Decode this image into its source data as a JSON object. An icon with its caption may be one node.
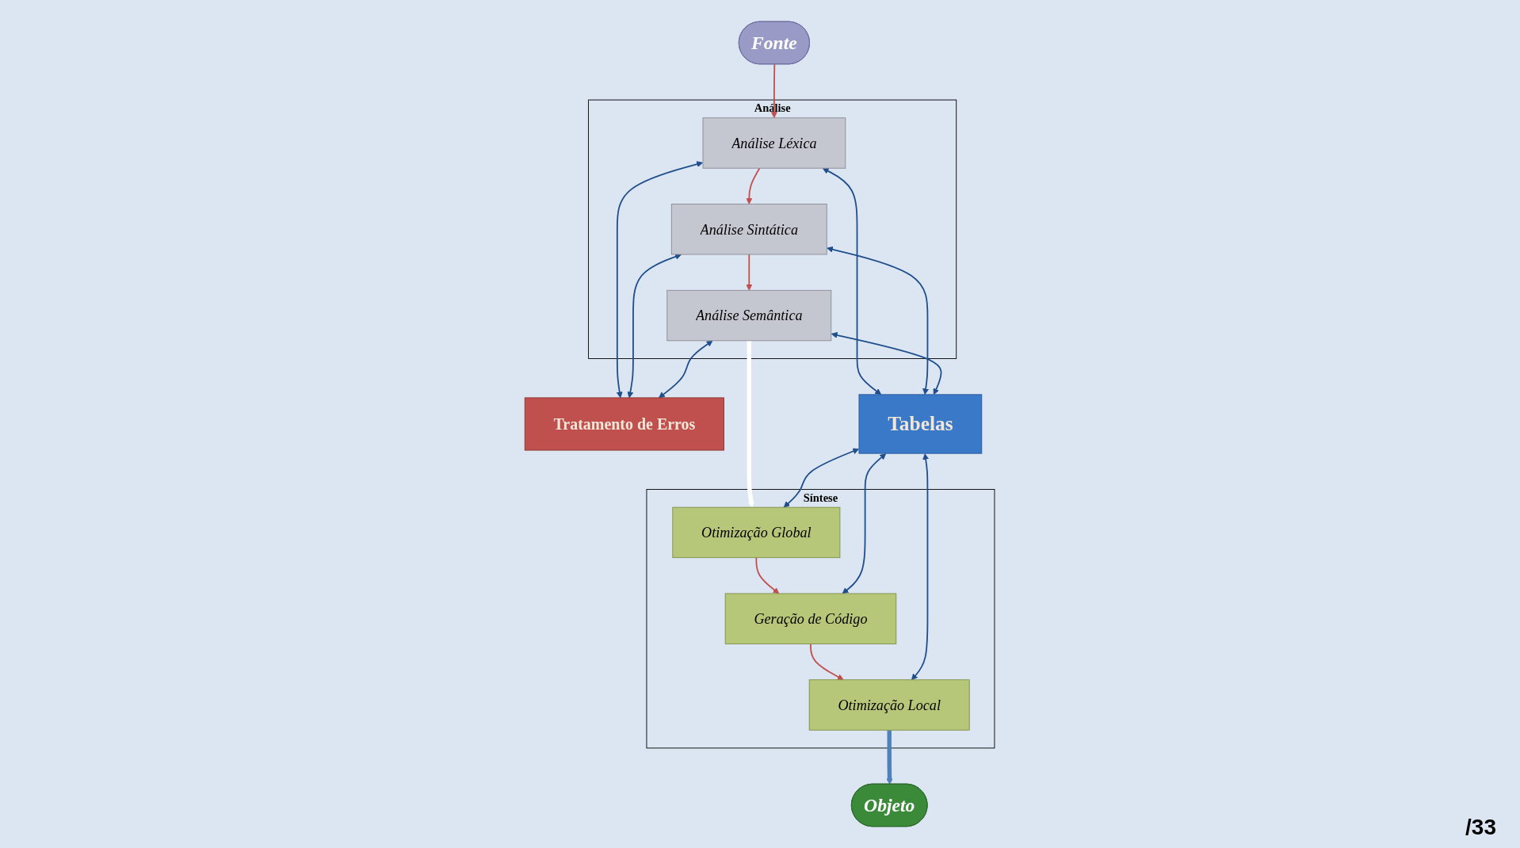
{
  "diagram": {
    "nodes": [
      {
        "text": [
          "Fonte"
        ]
      },
      {
        "text": [
          "Análise"
        ]
      },
      {
        "text": [
          "Análise Léxica"
        ],
        "in": 1
      },
      {
        "text": [
          "Análise Sintática"
        ],
        "in": 1
      },
      {
        "text": [
          "Análise Semântica"
        ],
        "in": 1
      },
      {
        "text": [
          "Tratamento de Erros"
        ]
      },
      {
        "text": [
          "Síntese"
        ]
      },
      {
        "text": [
          "Otimização Global"
        ],
        "in": 6
      },
      {
        "text": [
          "Geração de Código"
        ],
        "in": 6
      },
      {
        "text": [
          "Otimização Local"
        ],
        "in": 6
      },
      {
        "text": [
          "Tabelas"
        ]
      },
      {
        "text": [
          "Objeto"
        ]
      }
    ],
    "edges": [
      {
        "from": 0,
        "to": 2,
        "arrow": "to",
        "color": "#c0504d"
      },
      {
        "from": 2,
        "to": 3,
        "arrow": "to",
        "color": "#c0504d"
      },
      {
        "from": 3,
        "to": 4,
        "arrow": "to",
        "color": "#c0504d"
      },
      {
        "from": 2,
        "to": 5,
        "arrow": "both"
      },
      {
        "from": 3,
        "to": 5,
        "arrow": "both"
      },
      {
        "from": 4,
        "to": 5,
        "arrow": "both"
      },
      {
        "from": 2,
        "to": 10,
        "arrow": "both"
      },
      {
        "from": 3,
        "to": 10,
        "arrow": "both"
      },
      {
        "from": 4,
        "to": 10,
        "arrow": "both"
      },
      {
        "from": 4,
        "to": 7,
        "arrow": "to",
        "style": "thick",
        "color": "#ffffff"
      },
      {
        "from": 7,
        "to": 8,
        "arrow": "to",
        "color": "#c0504d"
      },
      {
        "from": 8,
        "to": 9,
        "arrow": "to",
        "color": "#c0504d"
      },
      {
        "from": 10,
        "to": 7,
        "arrow": "both"
      },
      {
        "from": 10,
        "to": 8,
        "arrow": "both"
      },
      {
        "from": 10,
        "to": 9,
        "arrow": "both"
      },
      {
        "from": 9,
        "to": 11,
        "arrow": "to",
        "style": "thick",
        "color": "#4f81bd"
      }
    ],
    "labels": [
      "/33"
    ]
  }
}
